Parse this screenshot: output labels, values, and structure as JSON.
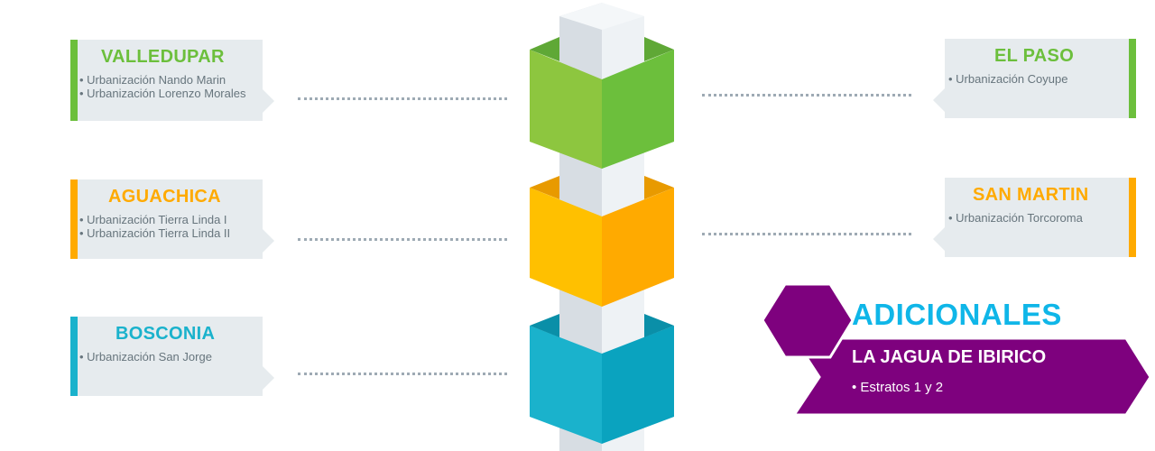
{
  "colors": {
    "green": "#6cbf3c",
    "yellow": "#ffaa00",
    "cyan": "#1ab2cc",
    "purple": "#7e017e",
    "cyan_title": "#0fb6e8",
    "card_bg": "#e6ebee",
    "pillar": "#dee4e9"
  },
  "cities": [
    {
      "name": "VALLEDUPAR",
      "items": [
        "Urbanización Nando Marin",
        "Urbanización Lorenzo Morales"
      ]
    },
    {
      "name": "AGUACHICA",
      "items": [
        "Urbanización Tierra Linda I",
        "Urbanización Tierra Linda  II"
      ]
    },
    {
      "name": "BOSCONIA",
      "items": [
        "Urbanización San Jorge"
      ]
    },
    {
      "name": "EL PASO",
      "items": [
        "Urbanización Coyupe"
      ]
    },
    {
      "name": "SAN MARTIN",
      "items": [
        "Urbanización Torcoroma"
      ]
    }
  ],
  "adicionales": {
    "title": "ADICIONALES",
    "subtitle": "LA JAGUA DE IBIRICO",
    "items": [
      "Estratos 1 y 2"
    ]
  }
}
